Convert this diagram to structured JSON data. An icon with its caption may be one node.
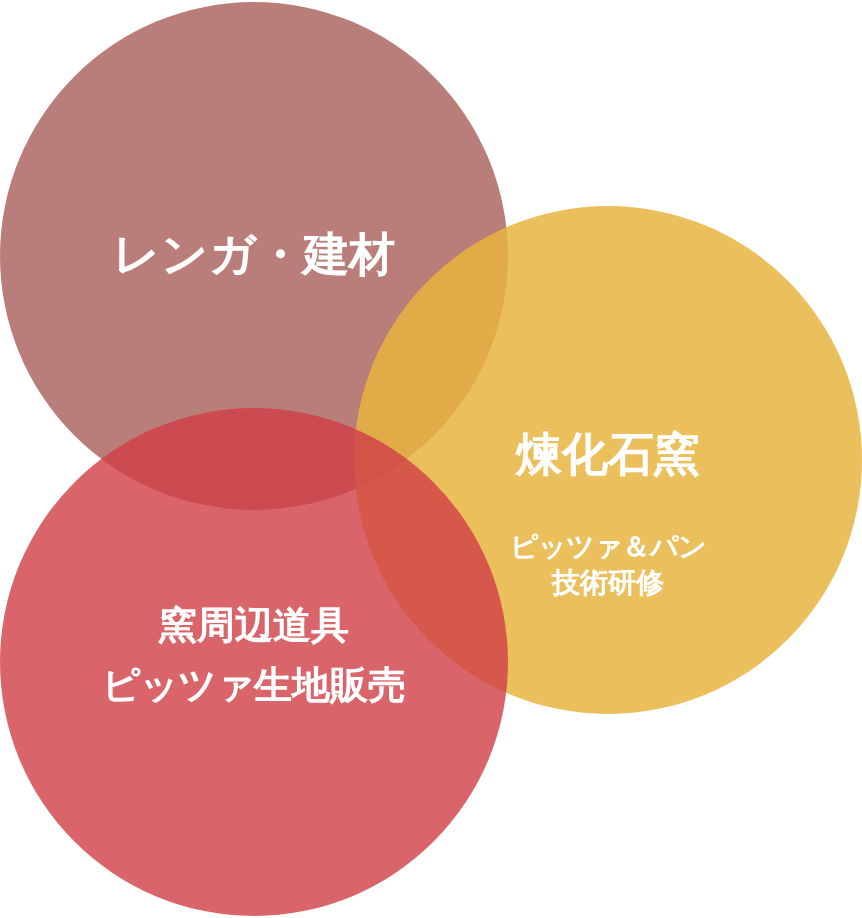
{
  "diagram": {
    "nodes": [
      {
        "text": [
          "レンガ・建材"
        ]
      },
      {
        "text": [
          "煉化石窯",
          "ピッツァ＆パン技術研修"
        ]
      },
      {
        "text": [
          "窯周辺道具",
          "ピッツァ生地販売"
        ]
      }
    ]
  }
}
